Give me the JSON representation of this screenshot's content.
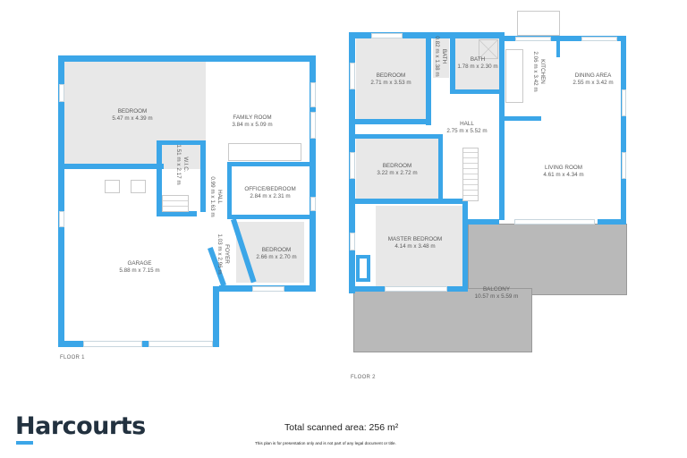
{
  "floor1": {
    "label": "FLOOR 1",
    "rooms": [
      {
        "name": "BEDROOM",
        "size": "5.47 m x 4.39 m"
      },
      {
        "name": "FAMILY ROOM",
        "size": "3.84 m x 5.09 m"
      },
      {
        "name": "W.I.C.",
        "size": "1.51 m x 2.17 m"
      },
      {
        "name": "HALL",
        "size": "0.99 m x 1.63 m"
      },
      {
        "name": "OFFICE/BEDROOM",
        "size": "2.84 m x 2.31 m"
      },
      {
        "name": "GARAGE",
        "size": "5.88 m x 7.15 m"
      },
      {
        "name": "FOYER",
        "size": "1.03 m x 2.96 m"
      },
      {
        "name": "BEDROOM",
        "size": "2.66 m x 2.70 m"
      }
    ]
  },
  "floor2": {
    "label": "FLOOR 2",
    "rooms": [
      {
        "name": "BEDROOM",
        "size": "2.71 m x 3.53 m"
      },
      {
        "name": "BATH",
        "size": "0.82 m x 1.38 m"
      },
      {
        "name": "BATH",
        "size": "1.78 m x 2.30 m"
      },
      {
        "name": "KITCHEN",
        "size": "2.06 m x 3.42 m"
      },
      {
        "name": "DINING AREA",
        "size": "2.55 m x 3.42 m"
      },
      {
        "name": "HALL",
        "size": "2.75 m x 5.52 m"
      },
      {
        "name": "BEDROOM",
        "size": "3.22 m x 2.72 m"
      },
      {
        "name": "LIVING ROOM",
        "size": "4.61 m x 4.34 m"
      },
      {
        "name": "MASTER BEDROOM",
        "size": "4.14 m x 3.48 m"
      },
      {
        "name": "BALCONY",
        "size": "10.57 m x 5.59 m"
      }
    ]
  },
  "footer": {
    "brand": "Harcourts",
    "total_area": "Total scanned area: 256 m²",
    "disclaimer": "This plan is for presentation only and is not part of any legal document or title."
  },
  "colors": {
    "wall": "#3ba6e8",
    "room_grey": "#e8e8e8",
    "balcony_grey": "#b9b9b9",
    "brand_text": "#22313f"
  }
}
